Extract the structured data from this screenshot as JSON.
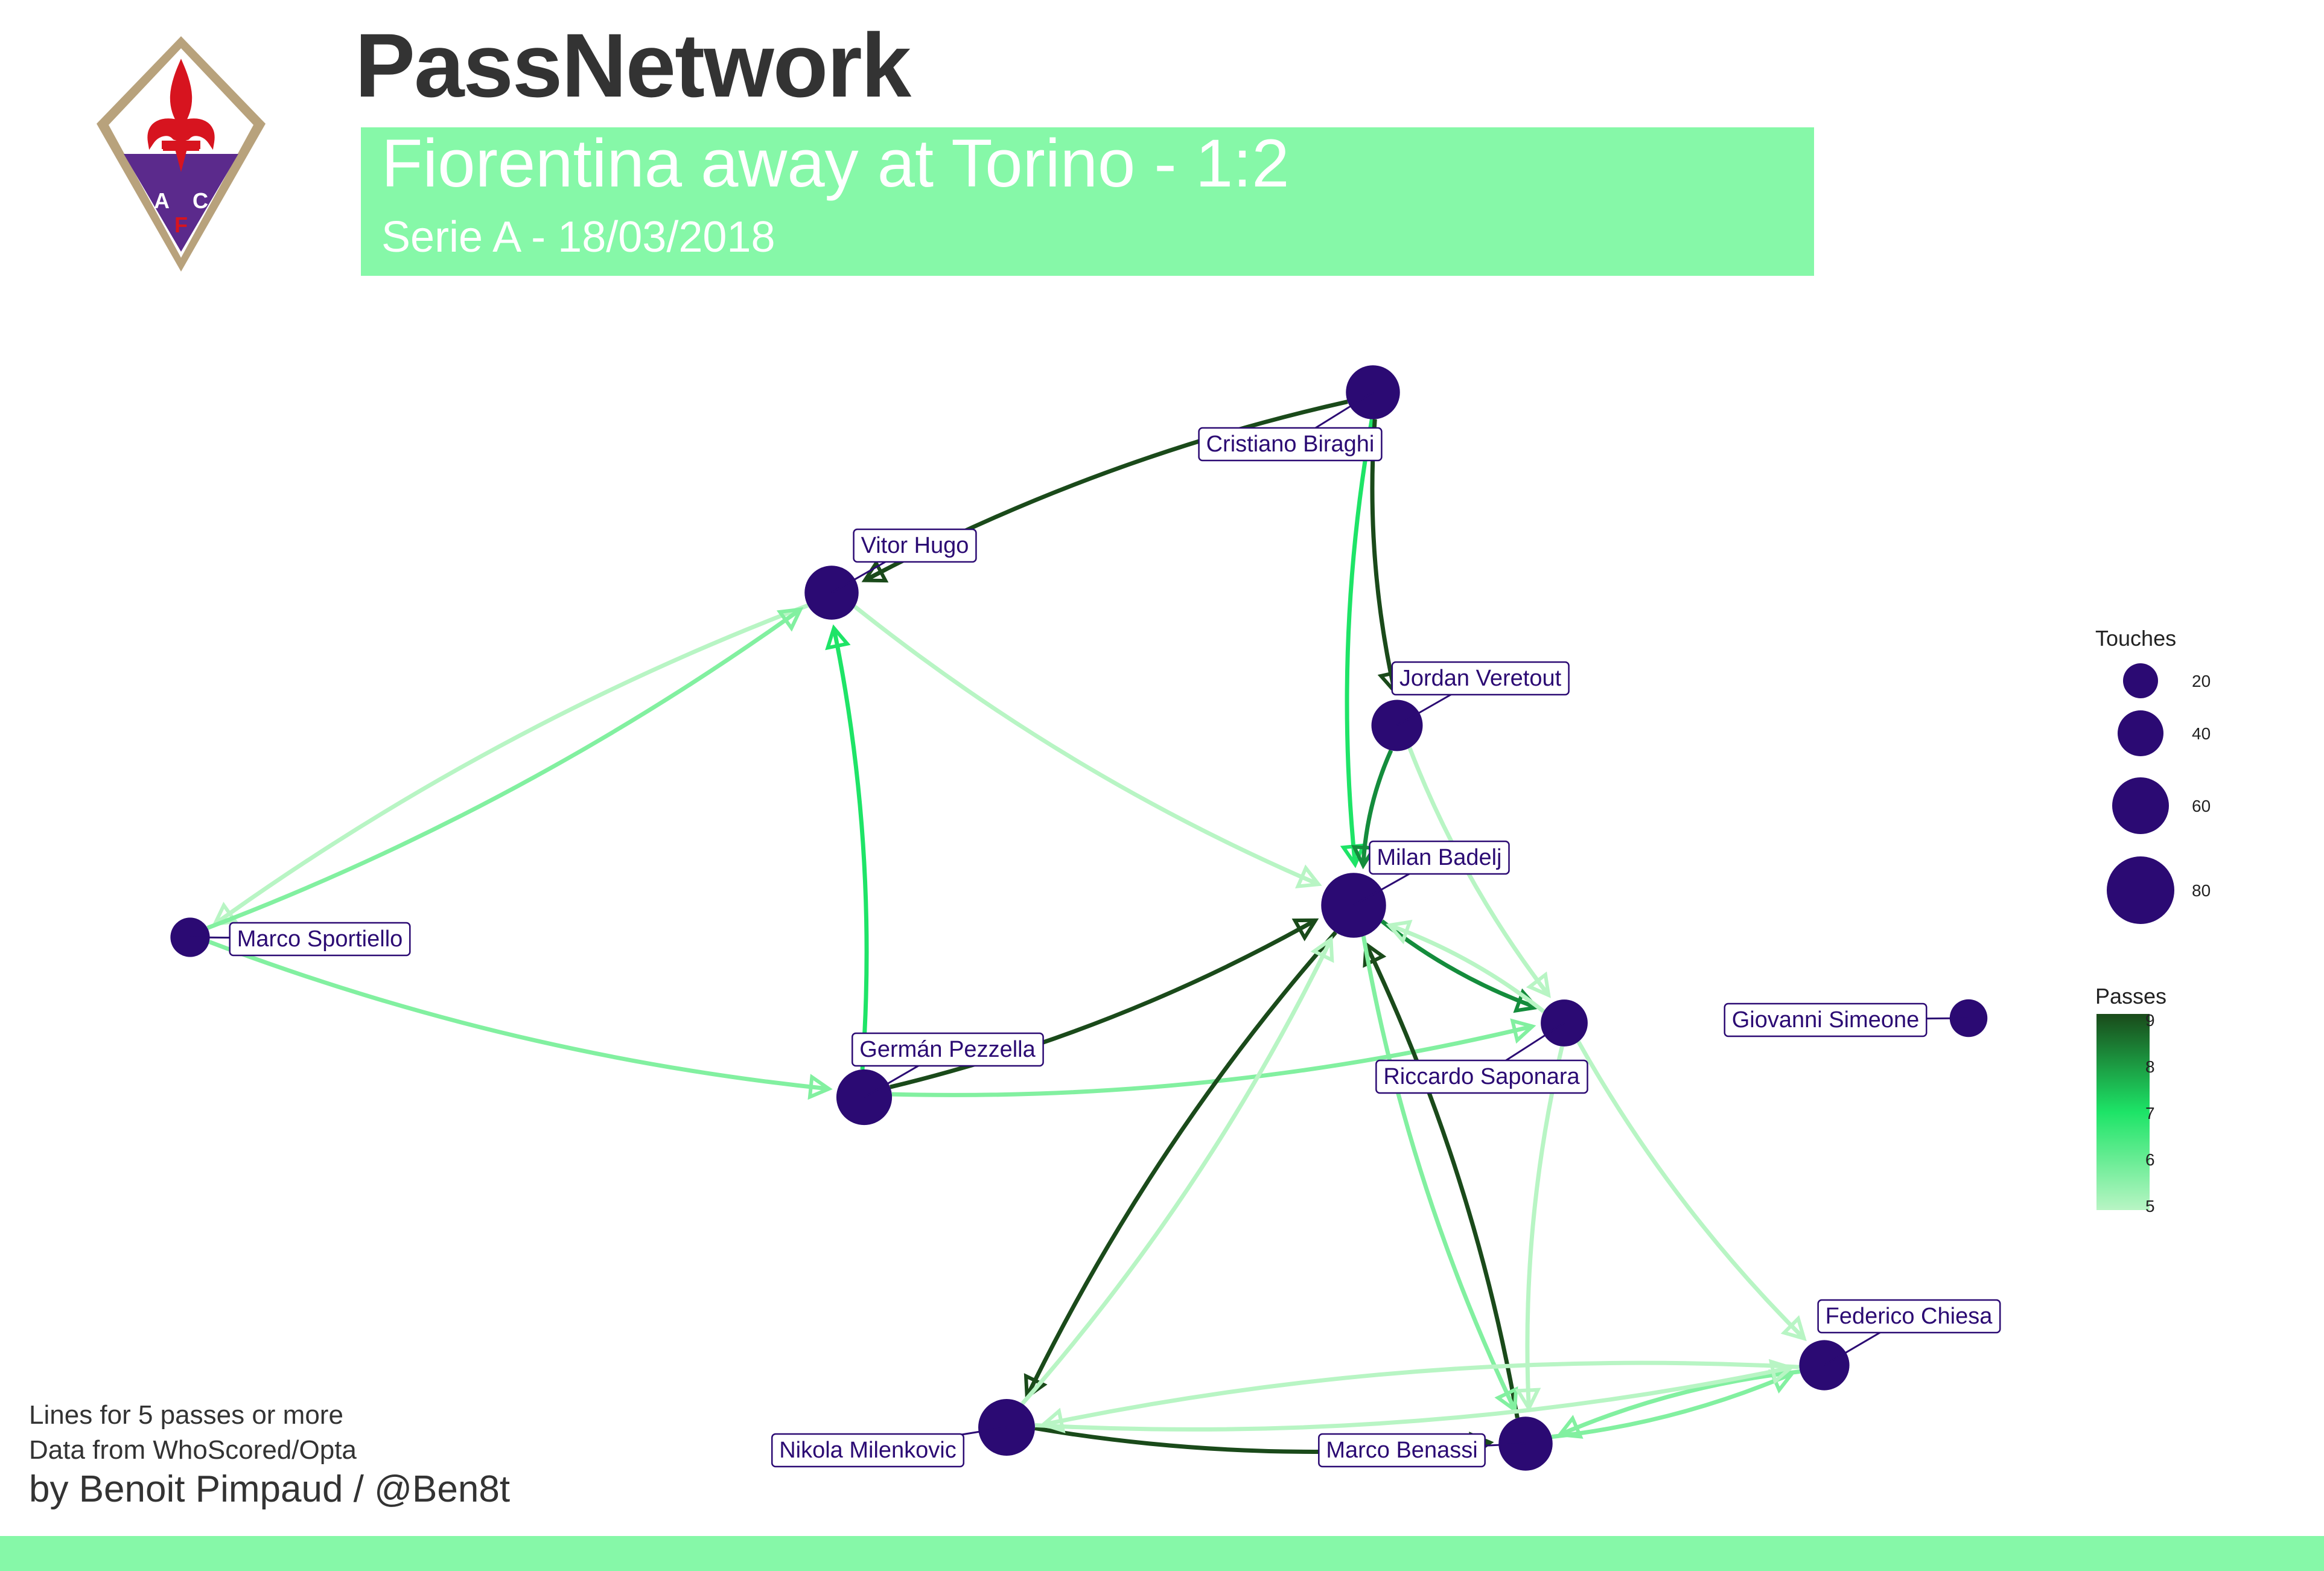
{
  "header": {
    "title": "PassNetwork",
    "match": "Fiorentina away at Torino - 1:2",
    "competition": "Serie A - 18/03/2018"
  },
  "logo": {
    "letters": [
      "A",
      "C",
      "F"
    ]
  },
  "footer": {
    "note1": "Lines for 5 passes or more",
    "note2": "Data from WhoScored/Opta",
    "author": "by Benoit Pimpaud / @Ben8t"
  },
  "legend": {
    "touches_title": "Touches",
    "touches_values": [
      20,
      40,
      60,
      80
    ],
    "passes_title": "Passes",
    "passes_ticks": [
      9,
      8,
      7,
      6,
      5
    ]
  },
  "colors": {
    "node": "#2b0a73",
    "banner": "#86f8a8",
    "pass_low": "#b8f5c4",
    "pass_high": "#1a4a1a"
  },
  "chart_data": {
    "type": "network",
    "players": [
      {
        "name": "Cristiano Biraghi",
        "touches": 55
      },
      {
        "name": "Vitor Hugo",
        "touches": 55
      },
      {
        "name": "Jordan Veretout",
        "touches": 50
      },
      {
        "name": "Milan Badelj",
        "touches": 75
      },
      {
        "name": "Marco Sportiello",
        "touches": 28
      },
      {
        "name": "Riccardo Saponara",
        "touches": 42
      },
      {
        "name": "Germán Pezzella",
        "touches": 58
      },
      {
        "name": "Giovanni Simeone",
        "touches": 25
      },
      {
        "name": "Federico Chiesa",
        "touches": 48
      },
      {
        "name": "Nikola Milenkovic",
        "touches": 60
      },
      {
        "name": "Marco Benassi",
        "touches": 55
      }
    ],
    "passes": [
      {
        "from": "Cristiano Biraghi",
        "to": "Vitor Hugo",
        "count": 9
      },
      {
        "from": "Cristiano Biraghi",
        "to": "Milan Badelj",
        "count": 7
      },
      {
        "from": "Cristiano Biraghi",
        "to": "Jordan Veretout",
        "count": 9
      },
      {
        "from": "Jordan Veretout",
        "to": "Milan Badelj",
        "count": 8
      },
      {
        "from": "Vitor Hugo",
        "to": "Marco Sportiello",
        "count": 5
      },
      {
        "from": "Marco Sportiello",
        "to": "Vitor Hugo",
        "count": 6
      },
      {
        "from": "Vitor Hugo",
        "to": "Milan Badelj",
        "count": 5
      },
      {
        "from": "Germán Pezzella",
        "to": "Vitor Hugo",
        "count": 7
      },
      {
        "from": "Marco Sportiello",
        "to": "Germán Pezzella",
        "count": 6
      },
      {
        "from": "Germán Pezzella",
        "to": "Milan Badelj",
        "count": 9
      },
      {
        "from": "Germán Pezzella",
        "to": "Riccardo Saponara",
        "count": 6
      },
      {
        "from": "Jordan Veretout",
        "to": "Riccardo Saponara",
        "count": 5
      },
      {
        "from": "Milan Badelj",
        "to": "Riccardo Saponara",
        "count": 8
      },
      {
        "from": "Riccardo Saponara",
        "to": "Milan Badelj",
        "count": 5
      },
      {
        "from": "Milan Badelj",
        "to": "Nikola Milenkovic",
        "count": 9
      },
      {
        "from": "Nikola Milenkovic",
        "to": "Milan Badelj",
        "count": 5
      },
      {
        "from": "Marco Benassi",
        "to": "Milan Badelj",
        "count": 9
      },
      {
        "from": "Milan Badelj",
        "to": "Marco Benassi",
        "count": 6
      },
      {
        "from": "Riccardo Saponara",
        "to": "Federico Chiesa",
        "count": 5
      },
      {
        "from": "Riccardo Saponara",
        "to": "Marco Benassi",
        "count": 5
      },
      {
        "from": "Nikola Milenkovic",
        "to": "Marco Benassi",
        "count": 9
      },
      {
        "from": "Federico Chiesa",
        "to": "Marco Benassi",
        "count": 6
      },
      {
        "from": "Marco Benassi",
        "to": "Federico Chiesa",
        "count": 6
      },
      {
        "from": "Nikola Milenkovic",
        "to": "Federico Chiesa",
        "count": 5
      },
      {
        "from": "Federico Chiesa",
        "to": "Nikola Milenkovic",
        "count": 5
      }
    ]
  }
}
